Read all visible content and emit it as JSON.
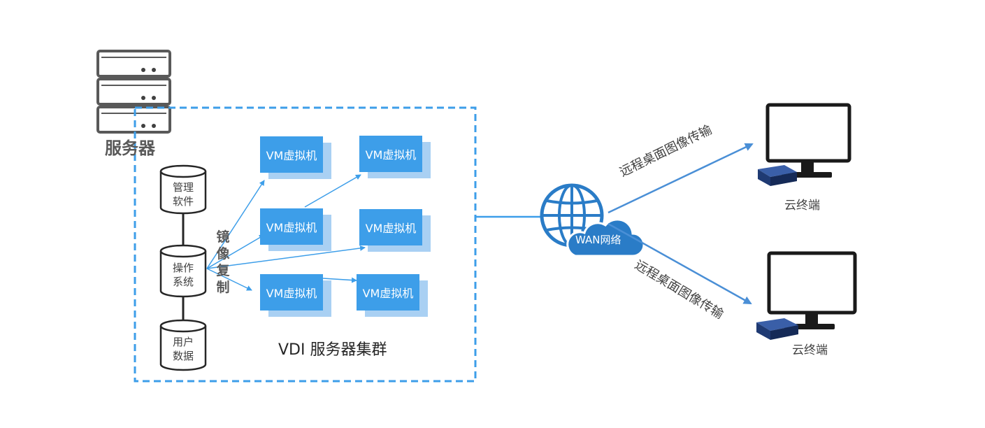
{
  "server": {
    "label": "服务器"
  },
  "databases": {
    "mgmt_software": {
      "line1": "管理",
      "line2": "软件"
    },
    "os": {
      "line1": "操作",
      "line2": "系统"
    },
    "user_data": {
      "line1": "用户",
      "line2": "数据"
    }
  },
  "mirror_copy": {
    "label": "镜像复制"
  },
  "vm_label": "VM虚拟机",
  "vms": [
    {
      "label": "VM虚拟机"
    },
    {
      "label": "VM虚拟机"
    },
    {
      "label": "VM虚拟机"
    },
    {
      "label": "VM虚拟机"
    },
    {
      "label": "VM虚拟机"
    },
    {
      "label": "VM虚拟机"
    }
  ],
  "cluster": {
    "label": "VDI 服务器集群"
  },
  "wan": {
    "label": "WAN网络"
  },
  "transfers": [
    {
      "label": "远程桌面图像传输"
    },
    {
      "label": "远程桌面图像传输"
    }
  ],
  "clients": [
    {
      "label": "云终端"
    },
    {
      "label": "云终端"
    }
  ],
  "colors": {
    "accent_blue": "#3d9ee9",
    "light_blue": "#a9d0f3",
    "dark_gray": "#595959",
    "globe_blue": "#2a7cc7"
  }
}
